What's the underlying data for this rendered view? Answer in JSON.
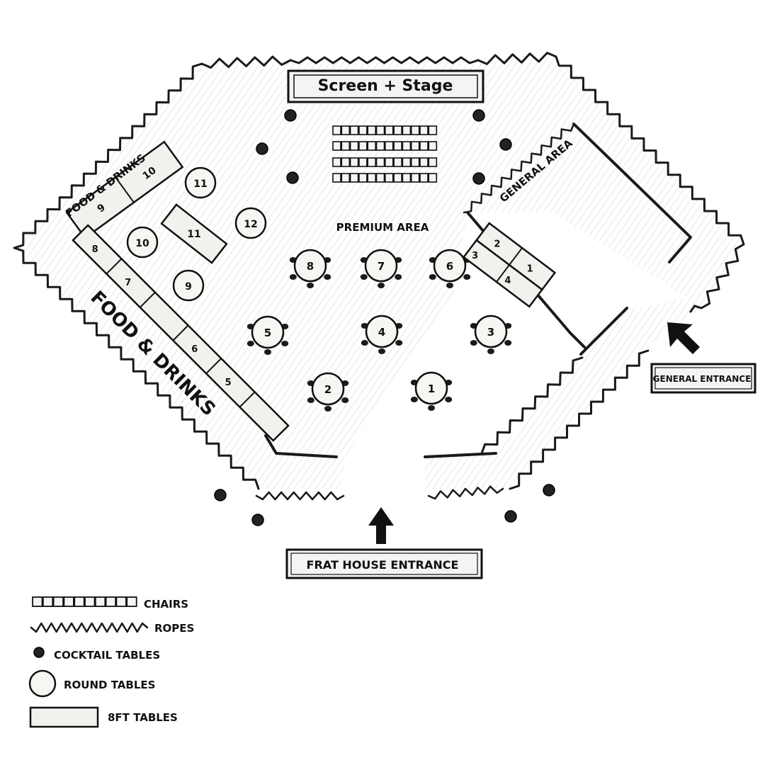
{
  "labels": {
    "stage": "Screen + Stage",
    "premium_area": "PREMIUM AREA",
    "general_area": "GENERAL AREA",
    "food_drinks_top": "FOOD & DRINKS",
    "food_drinks_main": "FOOD & DRINKS",
    "general_entrance": "GENERAL ENTRANCE",
    "frat_entrance": "FRAT HOUSE ENTRANCE"
  },
  "food_tables_left": [
    "10",
    "9",
    "8",
    "7",
    "6",
    "5"
  ],
  "premium_side_tables": {
    "round": [
      "11",
      "12",
      "10",
      "9"
    ],
    "eight_ft": "11"
  },
  "premium_round_tables": [
    "8",
    "7",
    "6",
    "5",
    "4",
    "3",
    "2",
    "1"
  ],
  "general_tables": [
    "2",
    "1",
    "3",
    "4"
  ],
  "legend": [
    {
      "key": "chairs",
      "label": "CHAIRS"
    },
    {
      "key": "ropes",
      "label": "ROPES"
    },
    {
      "key": "cocktail",
      "label": "COCKTAIL TABLES"
    },
    {
      "key": "round",
      "label": "ROUND TABLES"
    },
    {
      "key": "eightft",
      "label": "8FT TABLES"
    }
  ]
}
